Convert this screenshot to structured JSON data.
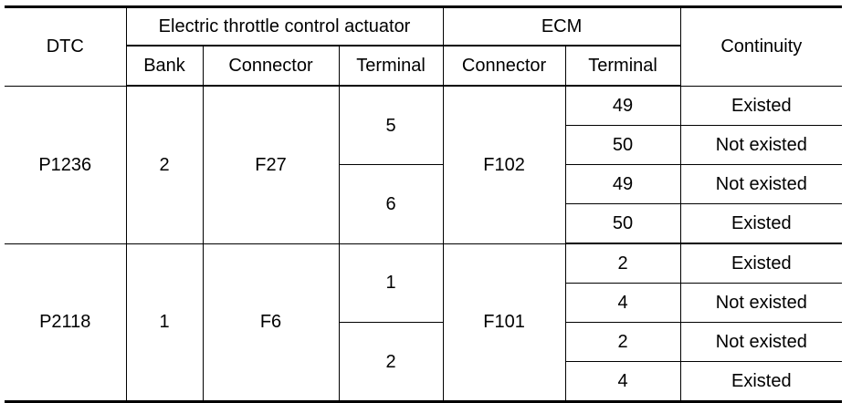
{
  "headers": {
    "dtc": "DTC",
    "etca": "Electric throttle control actuator",
    "ecm": "ECM",
    "continuity": "Continuity",
    "bank": "Bank",
    "etca_connector": "Connector",
    "etca_terminal": "Terminal",
    "ecm_connector": "Connector",
    "ecm_terminal": "Terminal"
  },
  "groups": [
    {
      "dtc": "P1236",
      "bank": "2",
      "connector": "F27",
      "ecm_connector": "F102",
      "terminals": [
        {
          "terminal": "5",
          "rows": [
            {
              "ecm_terminal": "49",
              "continuity": "Existed"
            },
            {
              "ecm_terminal": "50",
              "continuity": "Not existed"
            }
          ]
        },
        {
          "terminal": "6",
          "rows": [
            {
              "ecm_terminal": "49",
              "continuity": "Not existed"
            },
            {
              "ecm_terminal": "50",
              "continuity": "Existed"
            }
          ]
        }
      ]
    },
    {
      "dtc": "P2118",
      "bank": "1",
      "connector": "F6",
      "ecm_connector": "F101",
      "terminals": [
        {
          "terminal": "1",
          "rows": [
            {
              "ecm_terminal": "2",
              "continuity": "Existed"
            },
            {
              "ecm_terminal": "4",
              "continuity": "Not existed"
            }
          ]
        },
        {
          "terminal": "2",
          "rows": [
            {
              "ecm_terminal": "2",
              "continuity": "Not existed"
            },
            {
              "ecm_terminal": "4",
              "continuity": "Existed"
            }
          ]
        }
      ]
    }
  ]
}
